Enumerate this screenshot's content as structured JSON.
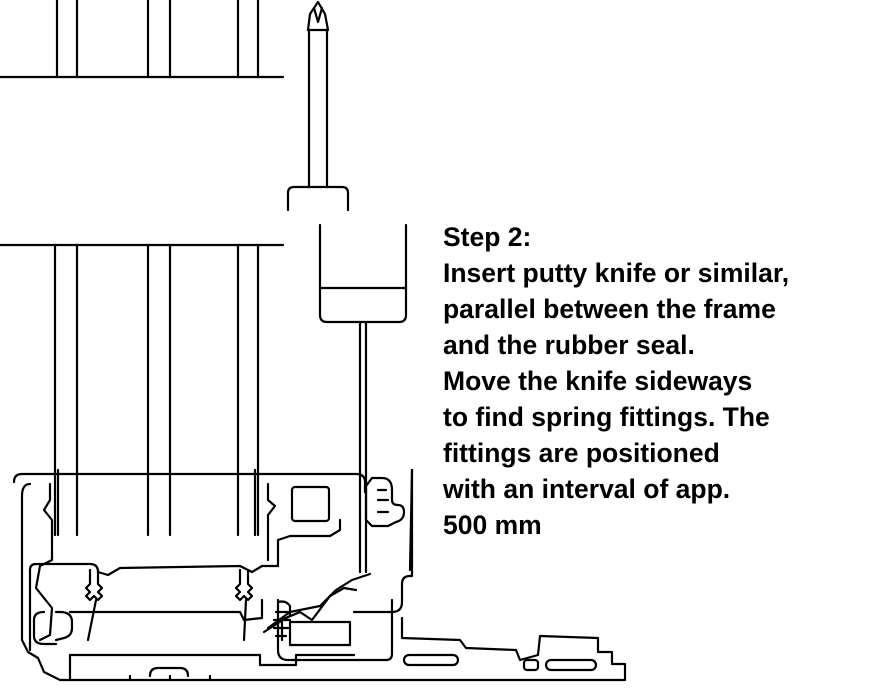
{
  "caption": {
    "title": "Step 2:",
    "lines": [
      "Insert putty knife or similar,",
      "parallel between the frame",
      "and the rubber seal.",
      "Move the knife sideways",
      "to find spring fittings. The",
      "fittings are positioned",
      "with an interval of app.",
      "500 mm"
    ]
  },
  "colors": {
    "ink": "#000000",
    "paper": "#ffffff"
  }
}
